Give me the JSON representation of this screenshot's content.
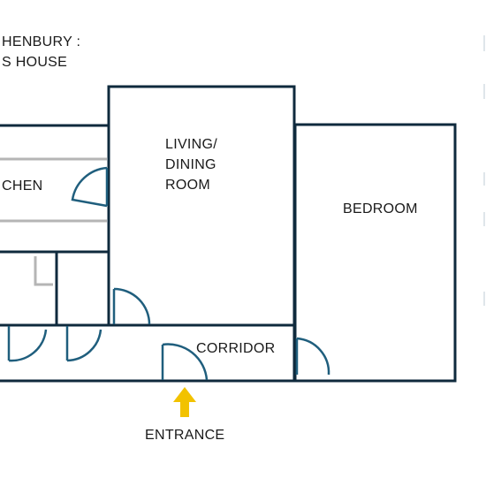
{
  "header": {
    "line1": "HENBURY :",
    "line2": "S HOUSE"
  },
  "rooms": {
    "kitchen": "CHEN",
    "living_line1": "LIVING/",
    "living_line2": "DINING",
    "living_line3": "ROOM",
    "bedroom": "BEDROOM",
    "corridor": "CORRIDOR"
  },
  "entrance": {
    "label": "ENTRANCE",
    "arrow_color": "#f2c200"
  },
  "colors": {
    "wall": "#0f2a3d",
    "door": "#1f5e7d",
    "fixture": "#b5b5b5"
  }
}
